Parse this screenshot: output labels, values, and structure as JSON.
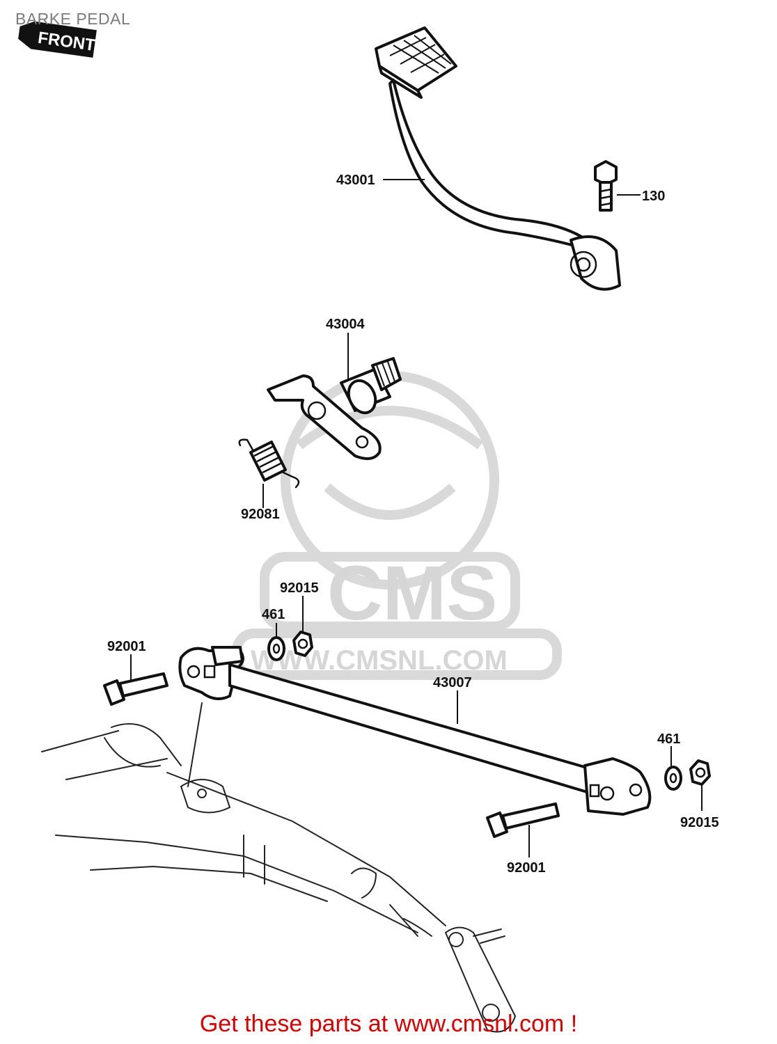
{
  "title": "BARKE PEDAL",
  "front_mark": "FRONT",
  "watermark": {
    "brand": "CMS",
    "url": "WWW.CMSNL.COM"
  },
  "parts": [
    {
      "number": "43001"
    },
    {
      "number": "130"
    },
    {
      "number": "43004"
    },
    {
      "number": "92081"
    },
    {
      "number": "92015"
    },
    {
      "number": "461"
    },
    {
      "number": "92001"
    },
    {
      "number": "43007"
    },
    {
      "number": "461"
    },
    {
      "number": "92015"
    },
    {
      "number": "92001"
    }
  ],
  "footer": "Get these parts at www.cmsnl.com !",
  "colors": {
    "footer": "#e00000",
    "title": "#7a7a7a",
    "watermark": "#d9d9d9"
  }
}
